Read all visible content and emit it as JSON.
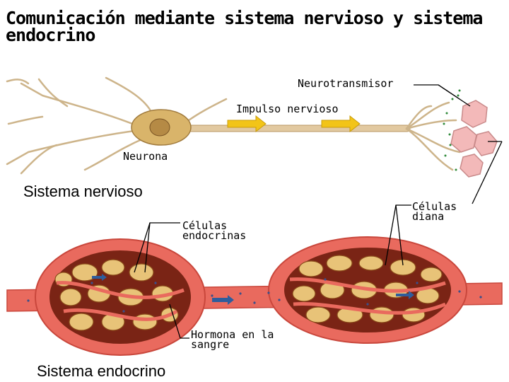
{
  "title": "Comunicación mediante sistema nervioso y sistema endocrino",
  "labels": {
    "neurotransmisor": "Neurotransmisor",
    "impulso": "Impulso nervioso",
    "neurona": "Neurona",
    "celulas_diana": "Células diana",
    "celulas_endocrinas": "Células endocrinas",
    "hormona": "Hormona en la sangre"
  },
  "sections": {
    "nervioso": "Sistema nervioso",
    "endocrino": "Sistema endocrino"
  },
  "colors": {
    "vessel": "#e96a5e",
    "vessel_dark": "#c9473c",
    "cell": "#e8c378",
    "cell_edge": "#8a4b1a",
    "neuron": "#d9b46a",
    "axon": "#e2c9a0",
    "arrow": "#f2c418",
    "target_cell": "#f3b9b9",
    "hormone_arrow": "#2f5d9c"
  }
}
